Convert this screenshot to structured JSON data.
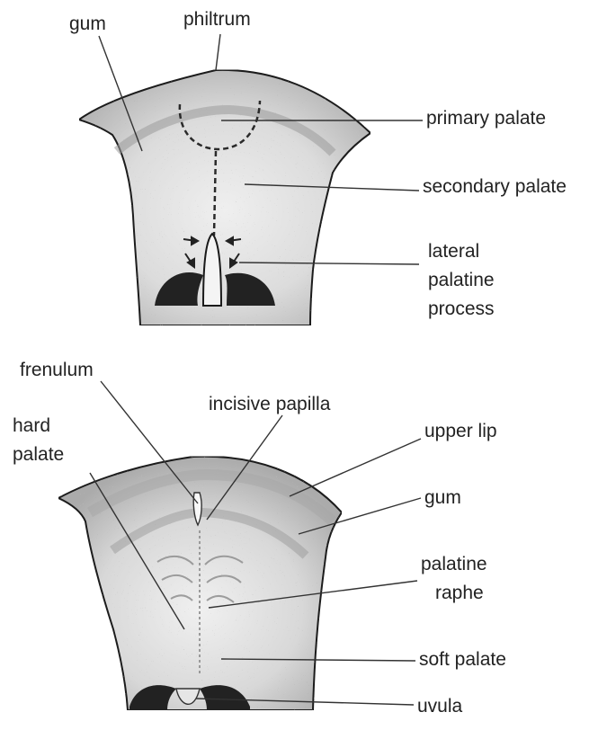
{
  "figure_top": {
    "labels": {
      "gum": "gum",
      "philtrum": "philtrum",
      "primary_palate": "primary palate",
      "secondary_palate": "secondary palate",
      "lateral_line1": "lateral",
      "lateral_line2": "palatine",
      "lateral_line3": "process"
    }
  },
  "figure_bottom": {
    "labels": {
      "frenulum": "frenulum",
      "hard_line1": "hard",
      "hard_line2": "palate",
      "incisive_papilla": "incisive papilla",
      "upper_lip": "upper lip",
      "gum": "gum",
      "raphe_line1": "palatine",
      "raphe_line2": "raphe",
      "soft_palate": "soft palate",
      "uvula": "uvula"
    }
  },
  "colors": {
    "tissue_light": "#e9e9e9",
    "tissue_dark": "#bdbdbd",
    "outline": "#1a1a1a"
  }
}
